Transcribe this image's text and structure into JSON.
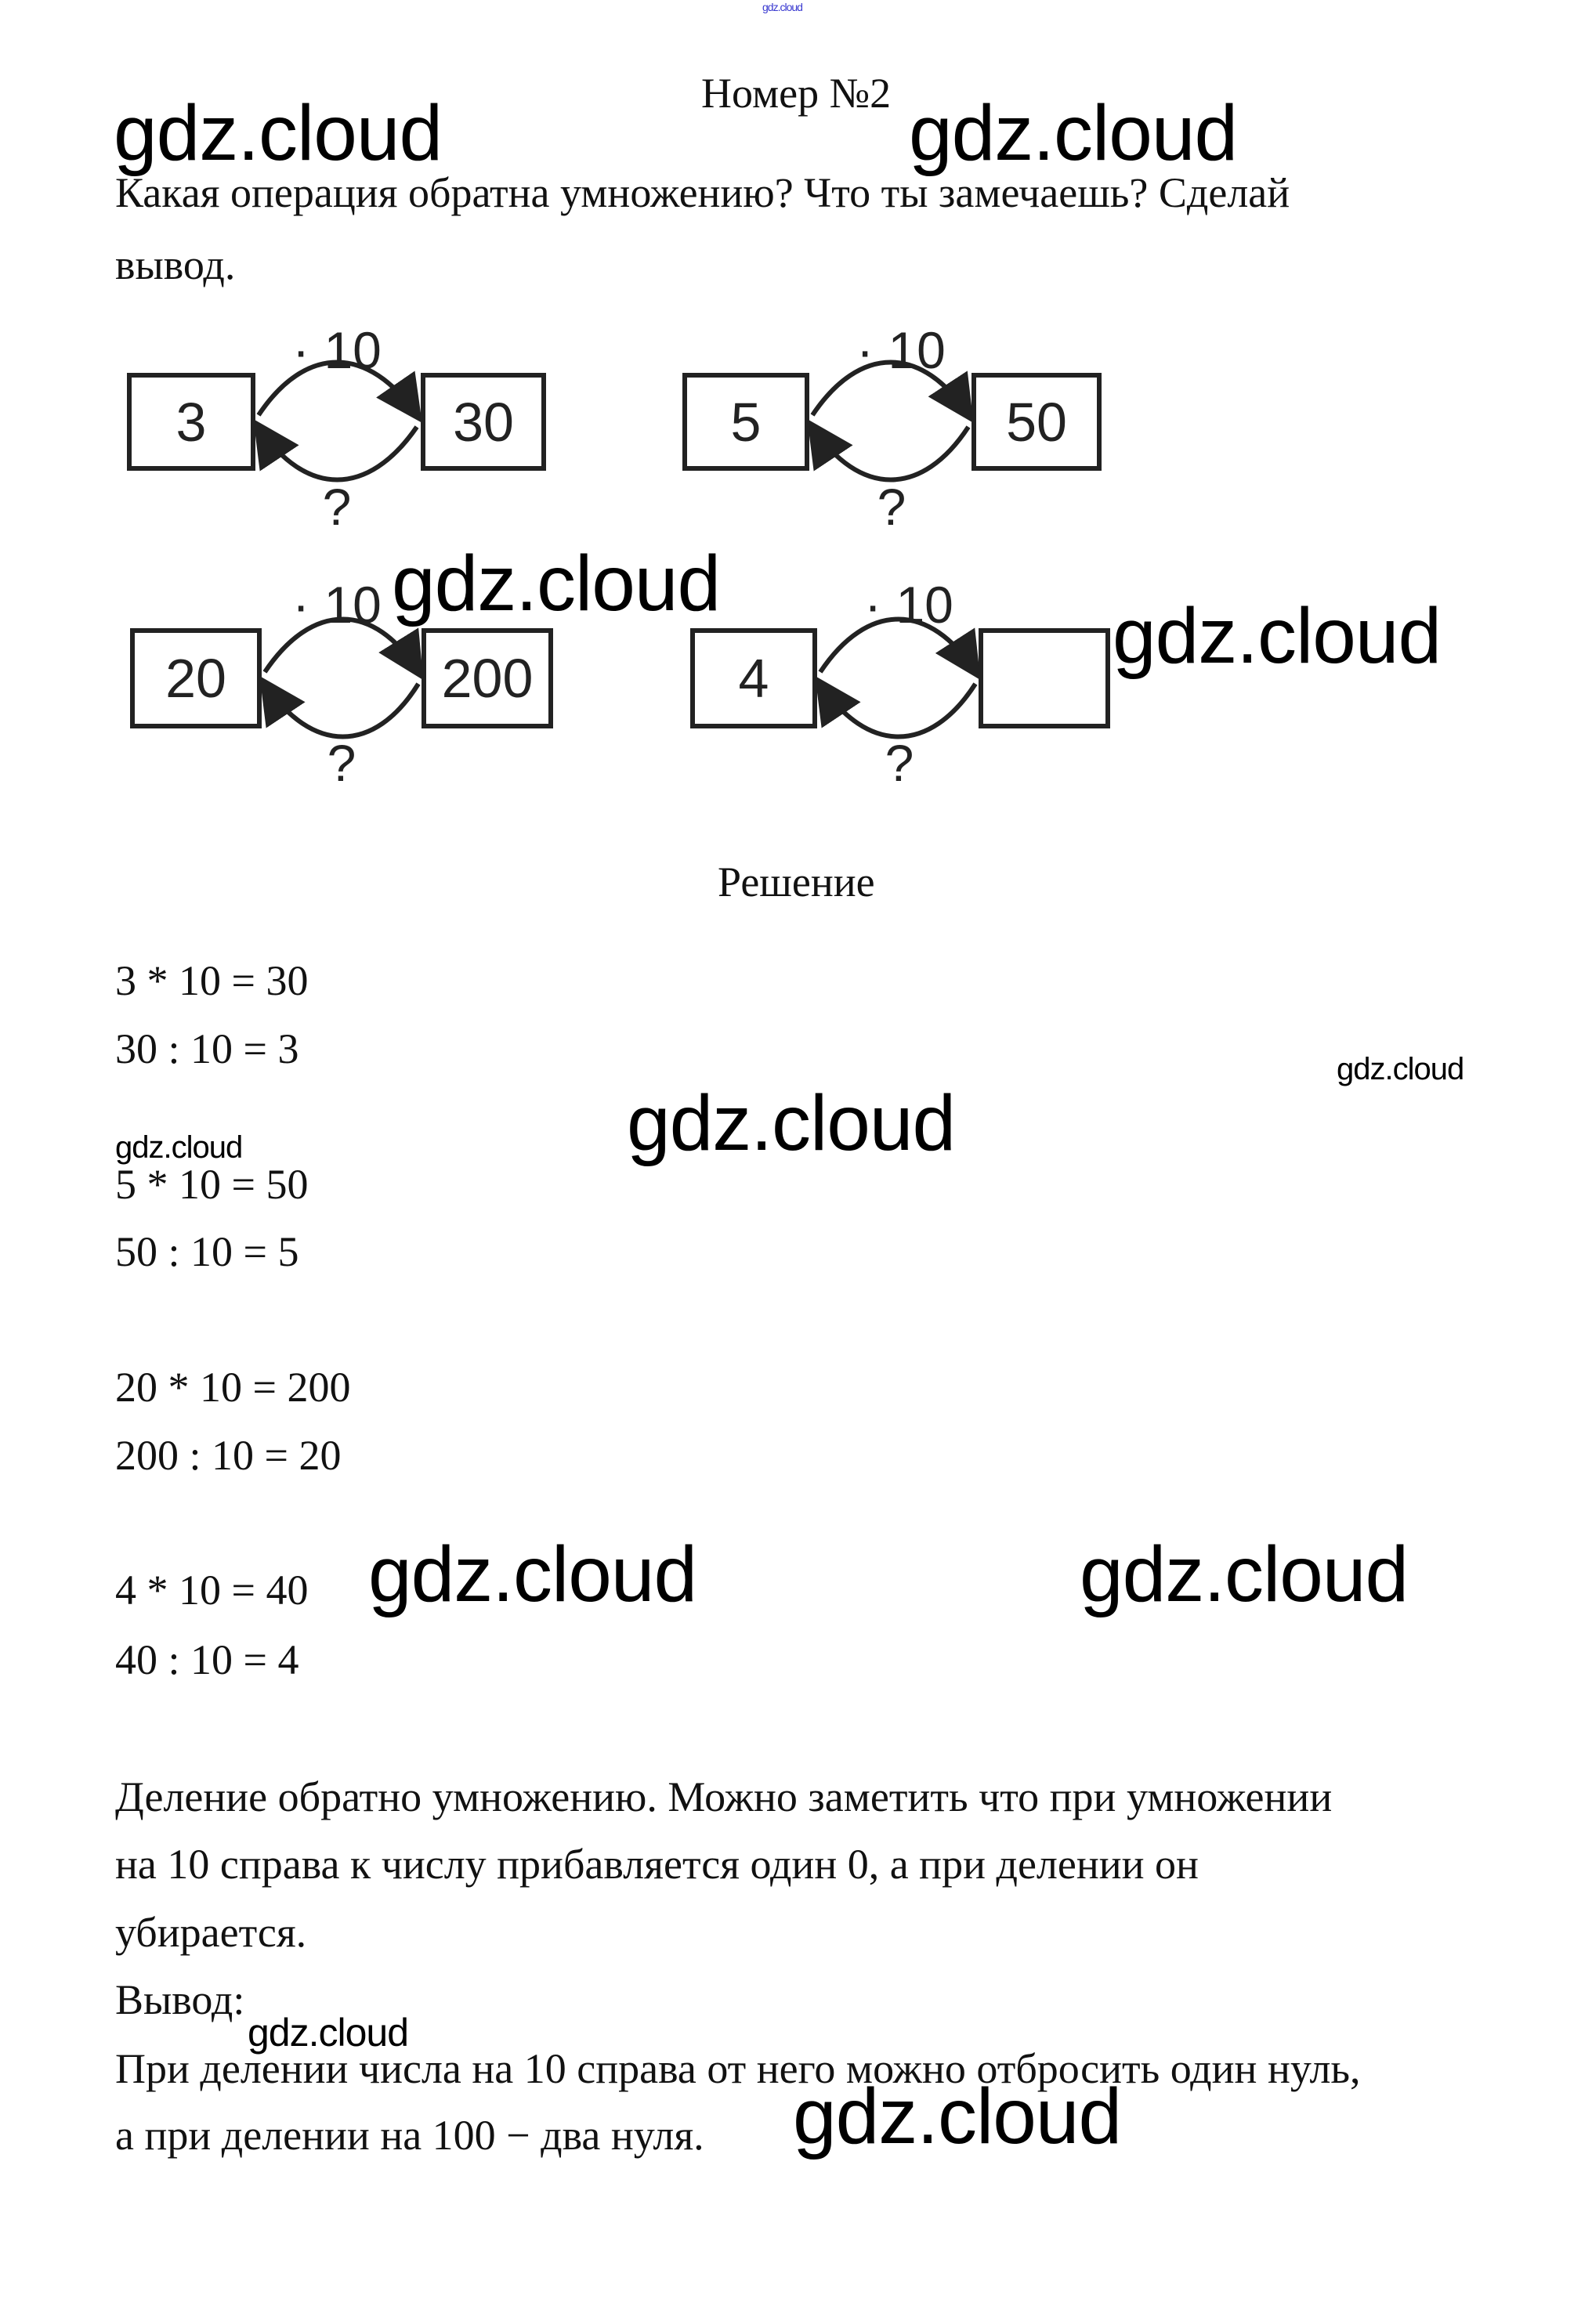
{
  "watermark": "gdz.cloud",
  "title": "Номер №2",
  "question": [
    "Какая операция обратна умножению? Что ты замечаешь? Сделай",
    "вывод."
  ],
  "diagram": {
    "op_label": "· 10",
    "question_mark": "?",
    "pairs": [
      {
        "left": "3",
        "right": "30"
      },
      {
        "left": "5",
        "right": "50"
      },
      {
        "left": "20",
        "right": "200"
      },
      {
        "left": "4",
        "right": ""
      }
    ]
  },
  "solution_heading": "Решение",
  "equations": [
    "3 * 10 = 30",
    "30 : 10 = 3",
    "5 * 10 = 50",
    "50 : 10 = 5",
    "20 * 10 = 200",
    "200 : 10 = 20",
    "4 * 10 = 40",
    "40 : 10 = 4"
  ],
  "explanation": [
    "Деление обратно умножению. Можно заметить что при умножении",
    "на 10 справа к числу прибавляется один 0, а при делении он",
    "убирается."
  ],
  "conclusion_label": "Вывод:",
  "conclusion": [
    "При делении числа на 10 справа от него можно отбросить один нуль,",
    "а при делении на 100 − два нуля."
  ]
}
